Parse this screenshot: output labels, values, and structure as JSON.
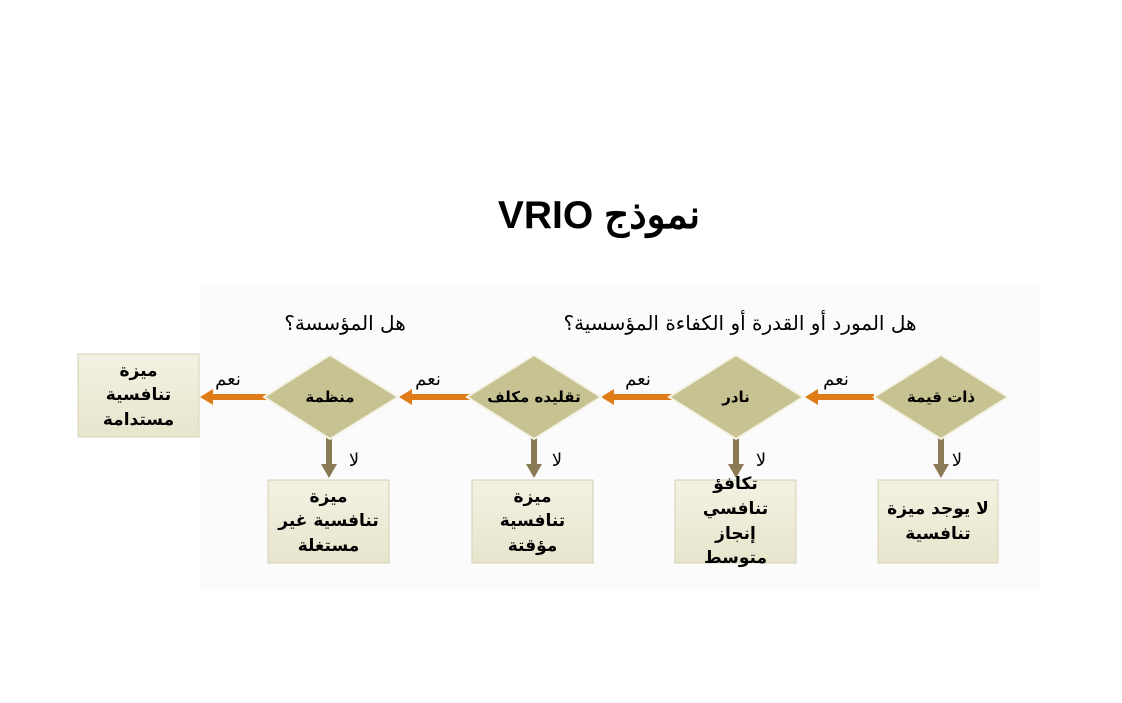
{
  "title": "نموذج VRIO",
  "questions": {
    "resource": "هل المورد أو القدرة أو الكفاءة المؤسسية؟",
    "organization": "هل المؤسسة؟"
  },
  "diagram": {
    "nodes": [
      {
        "id": "valuable",
        "label": "ذات قيمة"
      },
      {
        "id": "rare",
        "label": "نادر"
      },
      {
        "id": "costly",
        "label": "تقليده مكلف"
      },
      {
        "id": "organized",
        "label": "منظمة"
      }
    ],
    "outcomes": [
      {
        "id": "no-advantage",
        "label": "لا يوجد ميزة تنافسية"
      },
      {
        "id": "parity",
        "label": "تكافؤ تنافسي إنجاز متوسط"
      },
      {
        "id": "temporary",
        "label": "ميزة تنافسية مؤقتة"
      },
      {
        "id": "unused",
        "label": "ميزة تنافسية غير مستغلة"
      },
      {
        "id": "sustained",
        "label": "ميزة تنافسية مستدامة"
      }
    ],
    "edge_labels": {
      "yes": "نعم",
      "no": "لا"
    },
    "colors": {
      "diamond_fill": "#c7c292",
      "diamond_stroke": "#f5f3e6",
      "box_fill": "#eeecd9",
      "box_stroke": "#d4d1b4",
      "yes_arrow": "#e07c17",
      "no_arrow": "#8a7a55"
    }
  }
}
